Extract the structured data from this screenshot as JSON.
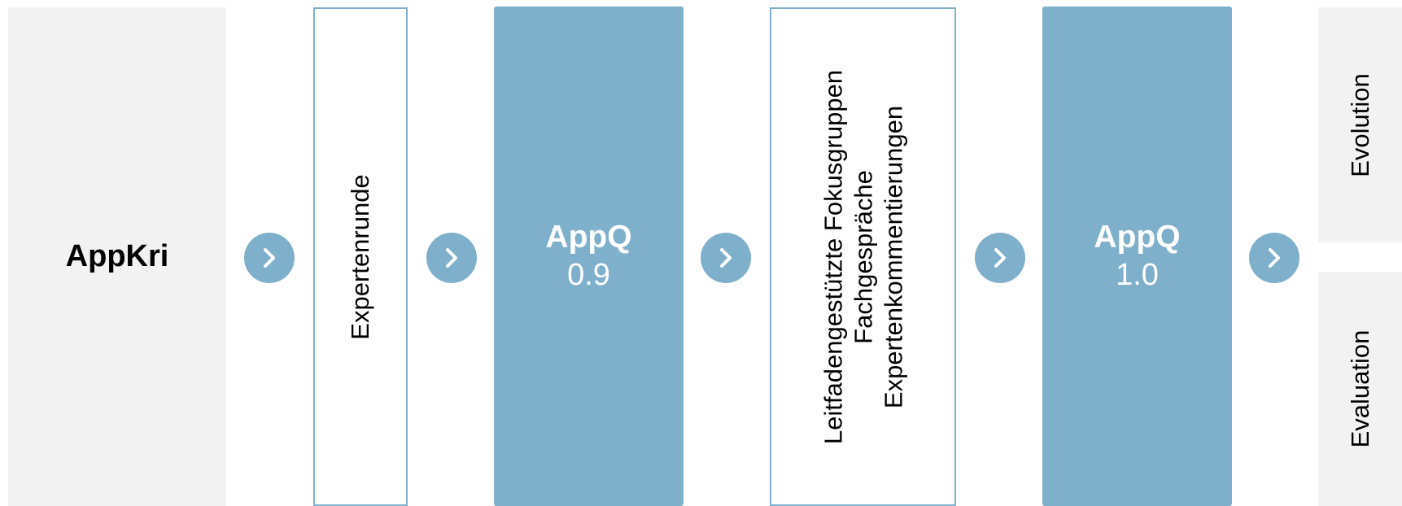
{
  "steps": {
    "appkri": "AppKri",
    "expertenrunde": "Expertenrunde",
    "appq09": {
      "name": "AppQ",
      "version": "0.9"
    },
    "methods": {
      "line1": "Leitfadengestützte Fokusgruppen",
      "line2": "Fachgespräche",
      "line3": "Expertenkommentierungen"
    },
    "appq10": {
      "name": "AppQ",
      "version": "1.0"
    },
    "evolution": "Evolution",
    "evaluation": "Evaluation"
  },
  "arrow_icon": "chevron-right-icon",
  "colors": {
    "accent": "#7fb0cb",
    "grey_box": "#f2f2f2",
    "text": "#000000",
    "text_on_accent": "#ffffff"
  }
}
